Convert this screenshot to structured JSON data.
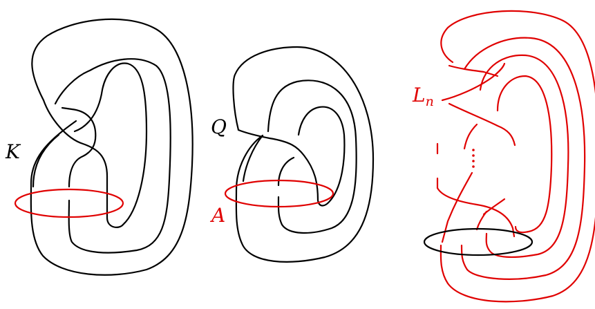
{
  "colors": {
    "ink": "#000000",
    "accent": "#e00000",
    "background": "#ffffff"
  },
  "figures": [
    {
      "id": "knot",
      "label": "K",
      "label_color": "ink",
      "strand_color": "ink",
      "ring_color": "accent"
    },
    {
      "id": "knot-complement",
      "label": "Q",
      "label_color": "ink",
      "strand_color": "ink",
      "ring_color": "accent",
      "ring_label": "A",
      "ring_label_color": "accent"
    },
    {
      "id": "link",
      "label": "L",
      "label_subscript": "n",
      "label_color": "accent",
      "strand_color": "accent",
      "ring_color": "ink",
      "marker": "vertical-dots"
    }
  ]
}
